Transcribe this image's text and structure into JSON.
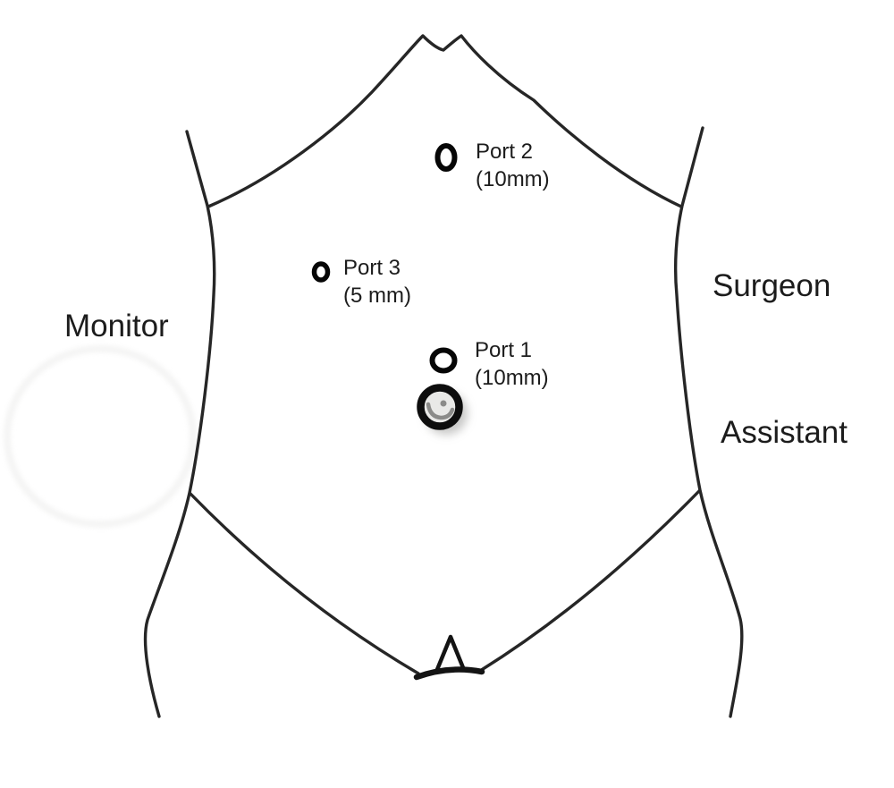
{
  "page": {
    "background": "#ffffff",
    "ink_color": "#262626",
    "text_color": "#1c1c1c"
  },
  "ports": [
    {
      "name": "Port 2",
      "size": "(10mm)"
    },
    {
      "name": "Port 3",
      "size": "(5 mm)"
    },
    {
      "name": "Port 1",
      "size": "(10mm)"
    }
  ],
  "roles": {
    "monitor": "Monitor",
    "surgeon": "Surgeon",
    "assistant": "Assistant"
  }
}
